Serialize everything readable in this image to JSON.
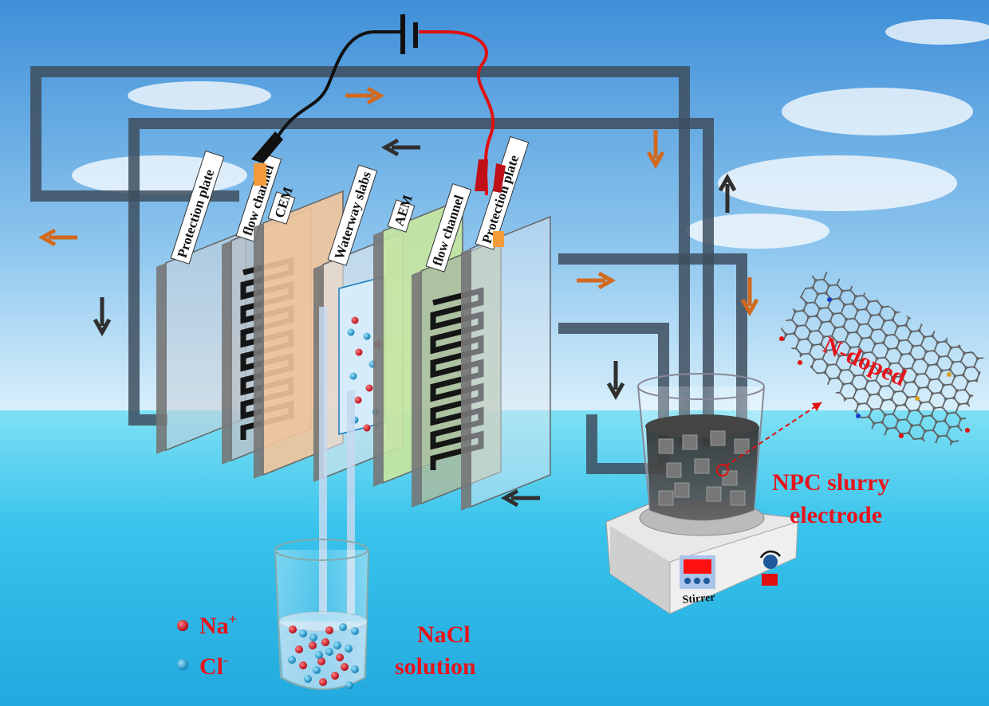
{
  "stack_labels": {
    "protection_plate_left": "Protection plate",
    "flow_channel_left": "flow channel",
    "cem": "CEM",
    "waterway_slabs": "Waterway slabs",
    "aem": "AEM",
    "flow_channel_right": "flow channel",
    "protection_plate_right": "Protection plate"
  },
  "graphene_label": "N-doped",
  "slurry_label": [
    "NPC slurry",
    "electrode"
  ],
  "solution_label": [
    "NaCl",
    "solution"
  ],
  "legend": {
    "na": {
      "label": "Na",
      "sup": "+",
      "color": "#d0101a"
    },
    "cl": {
      "label": "Cl",
      "sup": "-",
      "color": "#1a9ad0"
    }
  },
  "stirrer_label": "Stirrer",
  "colors": {
    "arrow_orange": "#d2691e",
    "arrow_dark": "#2f2f2f",
    "pipe": "#3e4e5e",
    "cem": "#f2c49a",
    "aem": "#c7e59d",
    "text_red": "#e8141b"
  }
}
